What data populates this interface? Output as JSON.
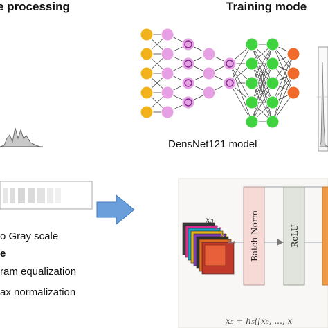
{
  "left_panel": {
    "title": "e processing",
    "steps": [
      {
        "text": "o Gray scale",
        "bold": false
      },
      {
        "text": "e",
        "bold": true
      },
      {
        "text": "ram equalization",
        "bold": false
      },
      {
        "text": "ax  normalization",
        "bold": false
      }
    ]
  },
  "right_panel": {
    "title": "Training mode",
    "model_caption": "DensNet121 model"
  },
  "block": {
    "batch_norm_label": "Batch Norm",
    "relu_label": "ReLU",
    "stack_labels": [
      "x₃",
      "x₂",
      "x₁",
      "x₀"
    ],
    "formula": "x₅ = h₅([x₀, ..., x"
  },
  "colors": {
    "input_node": "#f2b21b",
    "hidden_node": "#e7a0e4",
    "dense_node": "#3fd33f",
    "output_node": "#f06a2a",
    "arrow": "#6a9fdc",
    "batch_norm_fill": "#f7d9d6",
    "relu_fill": "#e0e4dc",
    "orange_bar": "#f19a44"
  }
}
